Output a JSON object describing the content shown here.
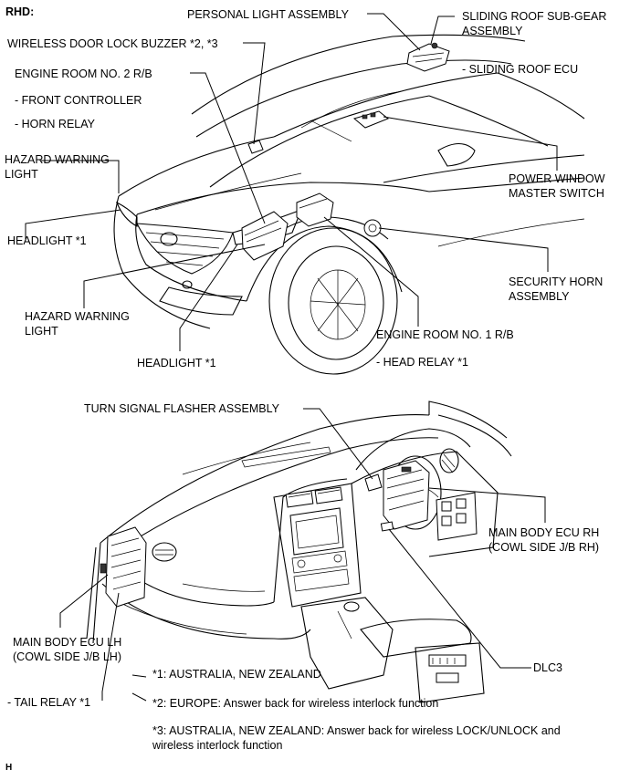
{
  "region_label": "RHD:",
  "figure_id": "H",
  "top_labels": {
    "personal_light": "PERSONAL LIGHT ASSEMBLY",
    "sliding_roof_gear_line1": "SLIDING ROOF SUB-GEAR",
    "sliding_roof_gear_line2": "ASSEMBLY",
    "sliding_roof_ecu": "- SLIDING ROOF ECU",
    "door_lock_buzzer": "WIRELESS DOOR LOCK BUZZER *2, *3",
    "engine_room_2": "ENGINE ROOM NO. 2 R/B",
    "front_controller": "- FRONT CONTROLLER",
    "horn_relay": "- HORN RELAY",
    "hazard_left_line1": "HAZARD WARNING",
    "hazard_left_line2": "LIGHT",
    "power_window_line1": "POWER WINDOW",
    "power_window_line2": "MASTER SWITCH",
    "headlight_left": "HEADLIGHT *1",
    "security_horn_line1": "SECURITY HORN",
    "security_horn_line2": "ASSEMBLY",
    "hazard_lower_line1": "HAZARD WARNING",
    "hazard_lower_line2": "LIGHT",
    "engine_room_1": "ENGINE ROOM NO. 1 R/B",
    "headlight_lower": "HEADLIGHT *1",
    "head_relay": "- HEAD RELAY *1"
  },
  "bottom_labels": {
    "turn_signal": "TURN SIGNAL FLASHER ASSEMBLY",
    "ecu_rh_line1": "MAIN BODY ECU RH",
    "ecu_rh_line2": "(COWL SIDE J/B RH)",
    "ecu_lh_line1": "MAIN BODY ECU LH",
    "ecu_lh_line2": "(COWL SIDE J/B LH)",
    "dlc3": "DLC3",
    "tail_relay": "- TAIL RELAY *1"
  },
  "footnotes": {
    "note1": "*1: AUSTRALIA, NEW ZEALAND",
    "note2": "*2: EUROPE: Answer back for wireless interlock function",
    "note3_line1": "*3: AUSTRALIA, NEW ZEALAND: Answer back for wireless LOCK/UNLOCK and",
    "note3_line2": "wireless interlock function"
  }
}
